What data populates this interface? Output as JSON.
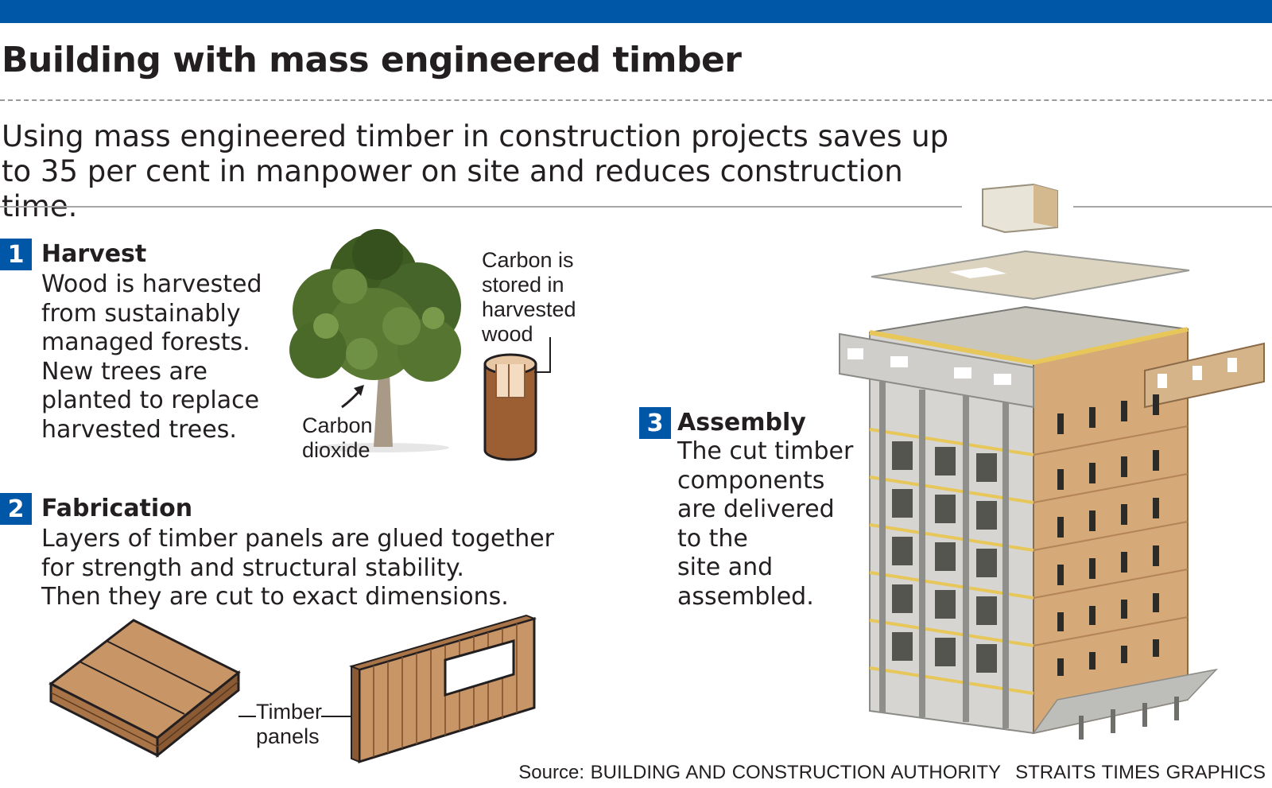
{
  "header": {
    "title": "Building with mass engineered timber",
    "intro": "Using mass engineered timber in construction projects saves up to 35 per cent in manpower on site and reduces construction time."
  },
  "steps": [
    {
      "number": "1",
      "title": "Harvest",
      "body": "Wood is harvested\nfrom sustainably\nmanaged forests.\nNew trees are\nplanted to replace\nharvested trees."
    },
    {
      "number": "2",
      "title": "Fabrication",
      "body": "Layers of timber panels are glued together\nfor strength and structural stability.\nThen they are cut to exact dimensions."
    },
    {
      "number": "3",
      "title": "Assembly",
      "body": "The cut timber\ncomponents\nare delivered\nto the\nsite and\nassembled."
    }
  ],
  "labels": {
    "carbon_stored": "Carbon is\nstored in\nharvested\nwood",
    "carbon_dioxide": "Carbon\ndioxide",
    "timber_panels": "Timber\npanels"
  },
  "footer": {
    "source": "Source: BUILDING AND CONSTRUCTION AUTHORITY",
    "credit": "STRAITS TIMES GRAPHICS"
  },
  "colors": {
    "brand_blue": "#0057a8",
    "timber": "#c89567",
    "timber_dark": "#8a5a35",
    "log_brown": "#9c5f33",
    "tree_green": "#4a6a2a",
    "concrete": "#c9c9c6",
    "yellow_beam": "#e7c65a"
  },
  "icons": [
    "tree-illustration",
    "log-cross-section-icon",
    "clt-floor-panel-icon",
    "clt-wall-panel-icon",
    "timber-building-illustration"
  ]
}
